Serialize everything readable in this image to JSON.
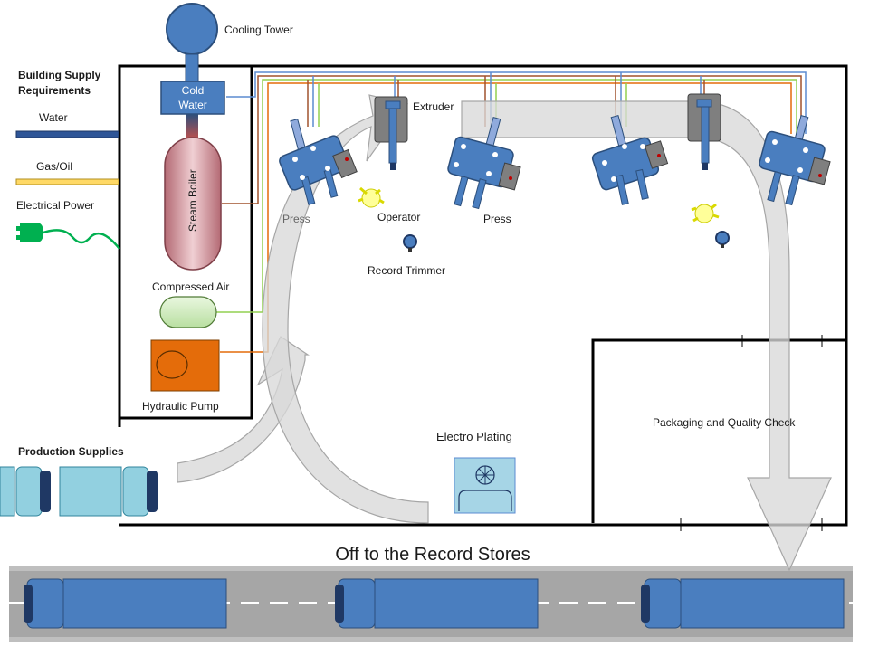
{
  "labels": {
    "cooling_tower": "Cooling Tower",
    "cold_water_1": "Cold",
    "cold_water_2": "Water",
    "building_supply_1": "Building Supply",
    "building_supply_2": "Requirements",
    "water": "Water",
    "gas_oil": "Gas/Oil",
    "electrical_power": "Electrical Power",
    "steam_boiler": "Steam Boiler",
    "compressed_air": "Compressed  Air",
    "hydraulic_pump": "Hydraulic Pump",
    "press_left": "Press",
    "press_right": "Press",
    "extruder": "Extruder",
    "operator": "Operator",
    "record_trimmer": "Record Trimmer",
    "packaging": "Packaging and Quality Check",
    "electro_plating": "Electro Plating",
    "production_supplies": "Production Supplies",
    "off_to_stores": "Off to the Record Stores"
  },
  "colors": {
    "machine_blue": "#4a7ebf",
    "outline_blue": "#2c4f7c",
    "water_line": "#2e5597",
    "gas_line": "#ffd966",
    "power_cord": "#00b050",
    "boiler": "#c9838b",
    "air_tank": "#d6f0c5",
    "pump": "#e46c0a",
    "flow_arrow": "#d9d9d9",
    "supply_truck": "#92d0e0",
    "road": "#a6a6a6"
  }
}
